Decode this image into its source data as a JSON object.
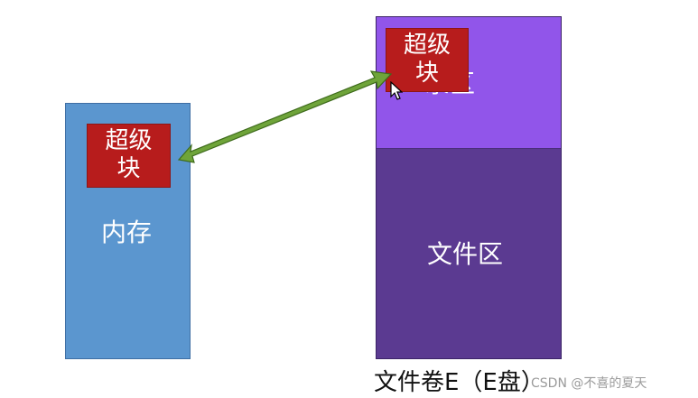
{
  "memory": {
    "label": "内存",
    "superblock_line1": "超级",
    "superblock_line2": "块"
  },
  "volume": {
    "dir_region_label": "录区",
    "file_region_label": "文件区",
    "superblock_line1": "超级",
    "superblock_line2": "块",
    "caption": "文件卷E（E盘）"
  },
  "watermark": "CSDN @不喜的夏天",
  "icons": {
    "arrow": "double-headed-arrow-icon",
    "cursor": "mouse-pointer-icon"
  },
  "colors": {
    "memory_fill": "#5b96cf",
    "superblock_fill": "#b71c1c",
    "dir_region_fill": "#9155ea",
    "file_region_fill": "#5b3a91",
    "arrow_fill": "#6fa43a",
    "arrow_stroke": "#3e6b1c"
  }
}
